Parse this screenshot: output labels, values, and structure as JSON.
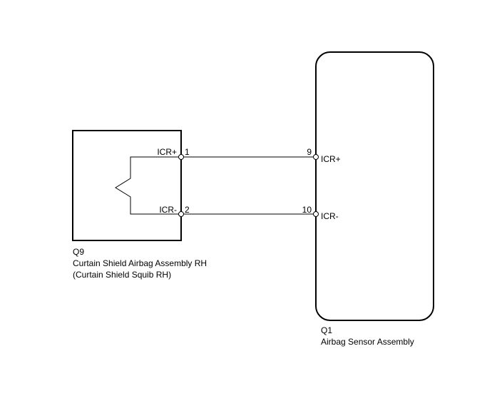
{
  "component_left": {
    "id": "Q9",
    "name": "Curtain Shield Airbag Assembly RH",
    "subname": "(Curtain Shield Squib RH)",
    "pins": [
      {
        "number": "1",
        "signal": "ICR+"
      },
      {
        "number": "2",
        "signal": "ICR-"
      }
    ]
  },
  "component_right": {
    "id": "Q1",
    "name": "Airbag Sensor Assembly",
    "pins": [
      {
        "number": "9",
        "signal": "ICR+"
      },
      {
        "number": "10",
        "signal": "ICR-"
      }
    ]
  },
  "wires": [
    {
      "from": "Q9-1",
      "to": "Q1-9"
    },
    {
      "from": "Q9-2",
      "to": "Q1-10"
    }
  ]
}
